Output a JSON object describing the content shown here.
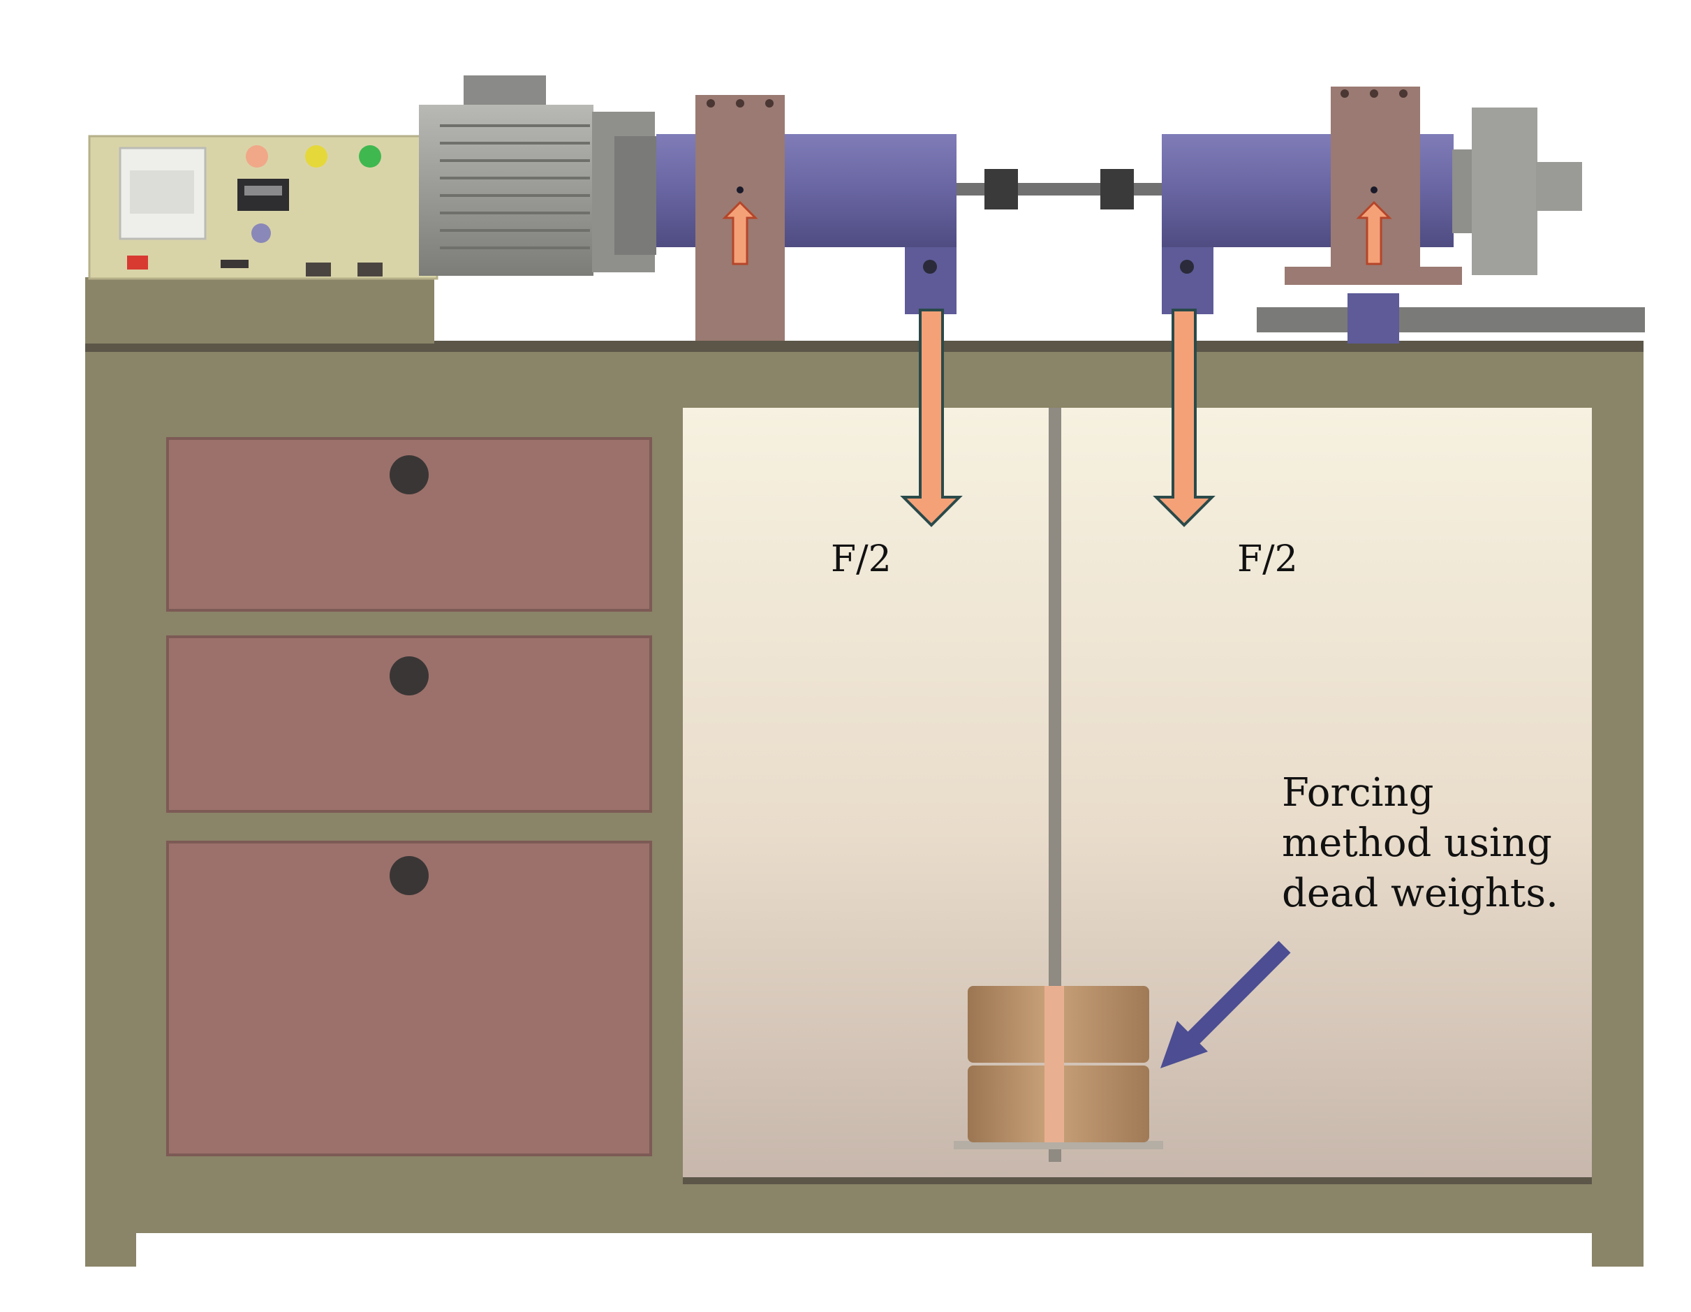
{
  "labels": {
    "force_left": "F/2",
    "force_right": "F/2",
    "annotation_lines": [
      "Forcing",
      "method using",
      "dead weights."
    ]
  },
  "colors": {
    "frame": "#8a8468",
    "frame_dark": "#5b5648",
    "drawer": "#9c716b",
    "knob": "#3a3636",
    "panel_box": "#d9d4a8",
    "motor": "#9a9a96",
    "housing": "#6d6aa6",
    "pedestal": "#9a7a72",
    "force_arrow": "#f4a178",
    "annotation_arrow": "#4c4d92",
    "weight": "#b89066",
    "button_orange": "#f0a888",
    "button_yellow": "#e5d83a",
    "button_green": "#3fb84f",
    "button_red": "#d83a32"
  },
  "icons": [
    "motor",
    "control-panel",
    "dead-weights",
    "force-arrow",
    "pointer-arrow"
  ]
}
